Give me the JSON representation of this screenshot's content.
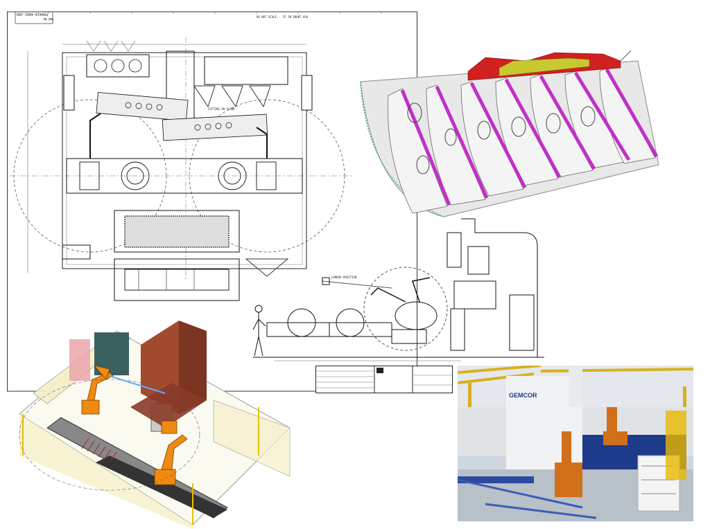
{
  "drawing_sheet": {
    "drawing_number": "F00419-4001-200",
    "drawing_number_label": "DWG No.",
    "notes": [
      "DO NOT SCALE",
      "IF IN DOUBT ASK"
    ]
  },
  "floor_plan": {
    "label": "CUTTING IN FLOOR"
  },
  "side_elevation": {
    "label": "CAMERA POSITION"
  },
  "photo": {
    "brand": "GEMCOR"
  },
  "colors": {
    "rib_magenta": "#c030c8",
    "sealant_red": "#d02020",
    "sealant_yellow": "#c8c830",
    "robot_orange": "#f08a10",
    "machine_brown": "#a04a30",
    "fence_yellow": "#f5f0c8",
    "photo_blue": "#1e3a8a"
  }
}
